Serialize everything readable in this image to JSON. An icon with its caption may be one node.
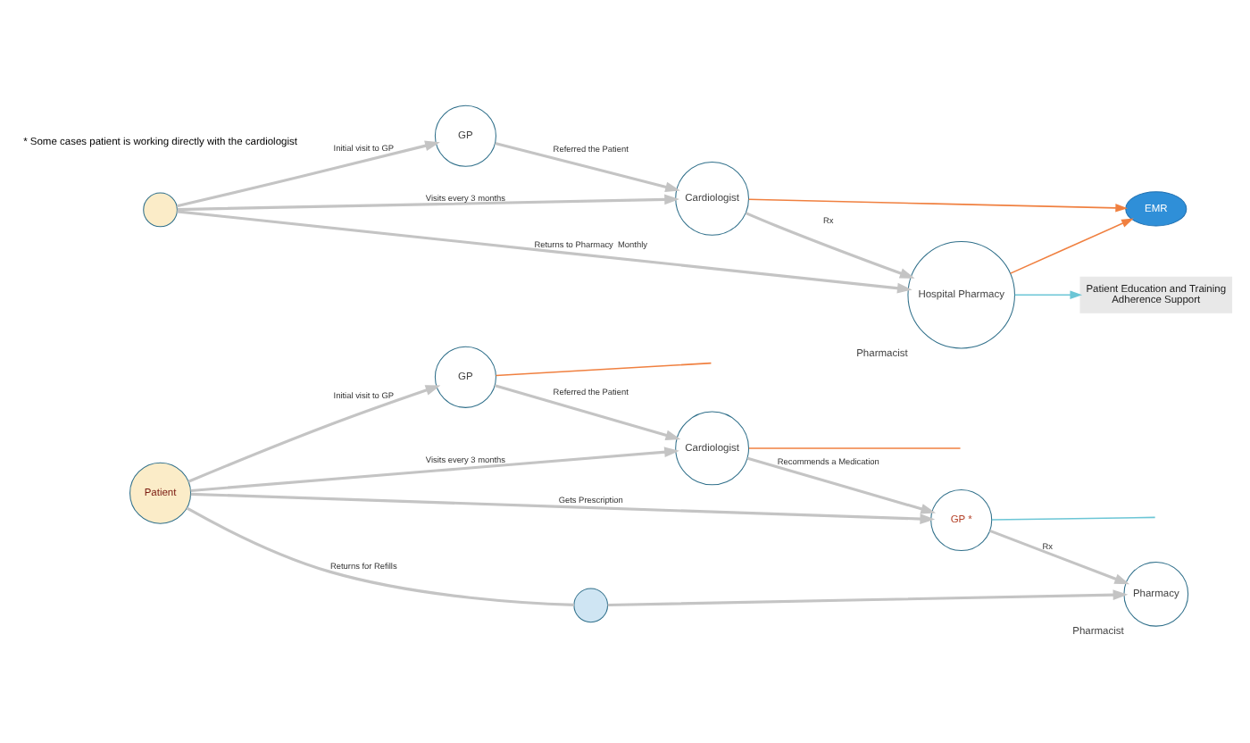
{
  "diagram": {
    "nodes": [
      {
        "text": [
          "GP"
        ]
      },
      {
        "text": [
          "Cardiologist"
        ]
      },
      {
        "text": [
          "GP *"
        ]
      },
      {
        "text": [
          "Pharmacy"
        ],
        "beside": [
          "Pharmacist"
        ]
      },
      {
        "text": [
          "Patient"
        ]
      },
      {
        "text": [],
        "shape": "circle"
      },
      {
        "text": [
          "GP"
        ]
      },
      {
        "text": [
          "Cardiologist"
        ]
      },
      {
        "text": [
          "EMR"
        ]
      },
      {
        "text": [
          "Hospital Pharmacy"
        ],
        "beside": [
          "Pharmacist"
        ]
      },
      {
        "text": [],
        "shape": "circle"
      },
      {
        "text": [
          "Patient Education and Training",
          "Adherence Support"
        ]
      }
    ],
    "edges": [
      {
        "from": 0,
        "to": null,
        "arrow": "none",
        "color": "#f08040"
      },
      {
        "from": 1,
        "to": null,
        "arrow": "none",
        "color": "#f08040"
      },
      {
        "from": 2,
        "to": null,
        "arrow": "none",
        "color": "#6cc6d6"
      },
      {
        "from": 0,
        "to": 1,
        "arrow": "to",
        "label": "Referred the Patient"
      },
      {
        "from": 1,
        "to": 2,
        "arrow": "to",
        "label": "Recommends a Medication"
      },
      {
        "from": 2,
        "to": 3,
        "arrow": "to",
        "label": "Rx"
      },
      {
        "from": 4,
        "to": 0,
        "arrow": "to",
        "label": "Initial visit to GP"
      },
      {
        "from": 4,
        "to": 1,
        "arrow": "to",
        "label": "Visits every 3 months"
      },
      {
        "from": 4,
        "to": 2,
        "arrow": "to",
        "label": "Gets Prescription"
      },
      {
        "from": 4,
        "to": 5,
        "arrow": "none",
        "label": "Returns for Refills"
      },
      {
        "from": 5,
        "to": 3,
        "arrow": "to"
      },
      {
        "from": 6,
        "to": 7,
        "arrow": "to",
        "label": "Referred the Patient"
      },
      {
        "from": 7,
        "to": 8,
        "arrow": "to",
        "color": "#f08040"
      },
      {
        "from": 9,
        "to": 8,
        "arrow": "to",
        "color": "#f08040"
      },
      {
        "from": 7,
        "to": 9,
        "arrow": "to",
        "label": "Rx"
      },
      {
        "from": 10,
        "to": 6,
        "arrow": "to",
        "label": "Initial visit to GP"
      },
      {
        "from": 10,
        "to": 7,
        "arrow": "to",
        "label": "Visits every 3 months"
      },
      {
        "from": 10,
        "to": 9,
        "arrow": "to",
        "label": "Returns to Pharmacy  Monthly"
      },
      {
        "from": 9,
        "to": 11,
        "arrow": "to",
        "color": "#6cc6d6"
      }
    ],
    "labels": [
      "* Some cases patient is working directly with the cardiologist"
    ]
  }
}
